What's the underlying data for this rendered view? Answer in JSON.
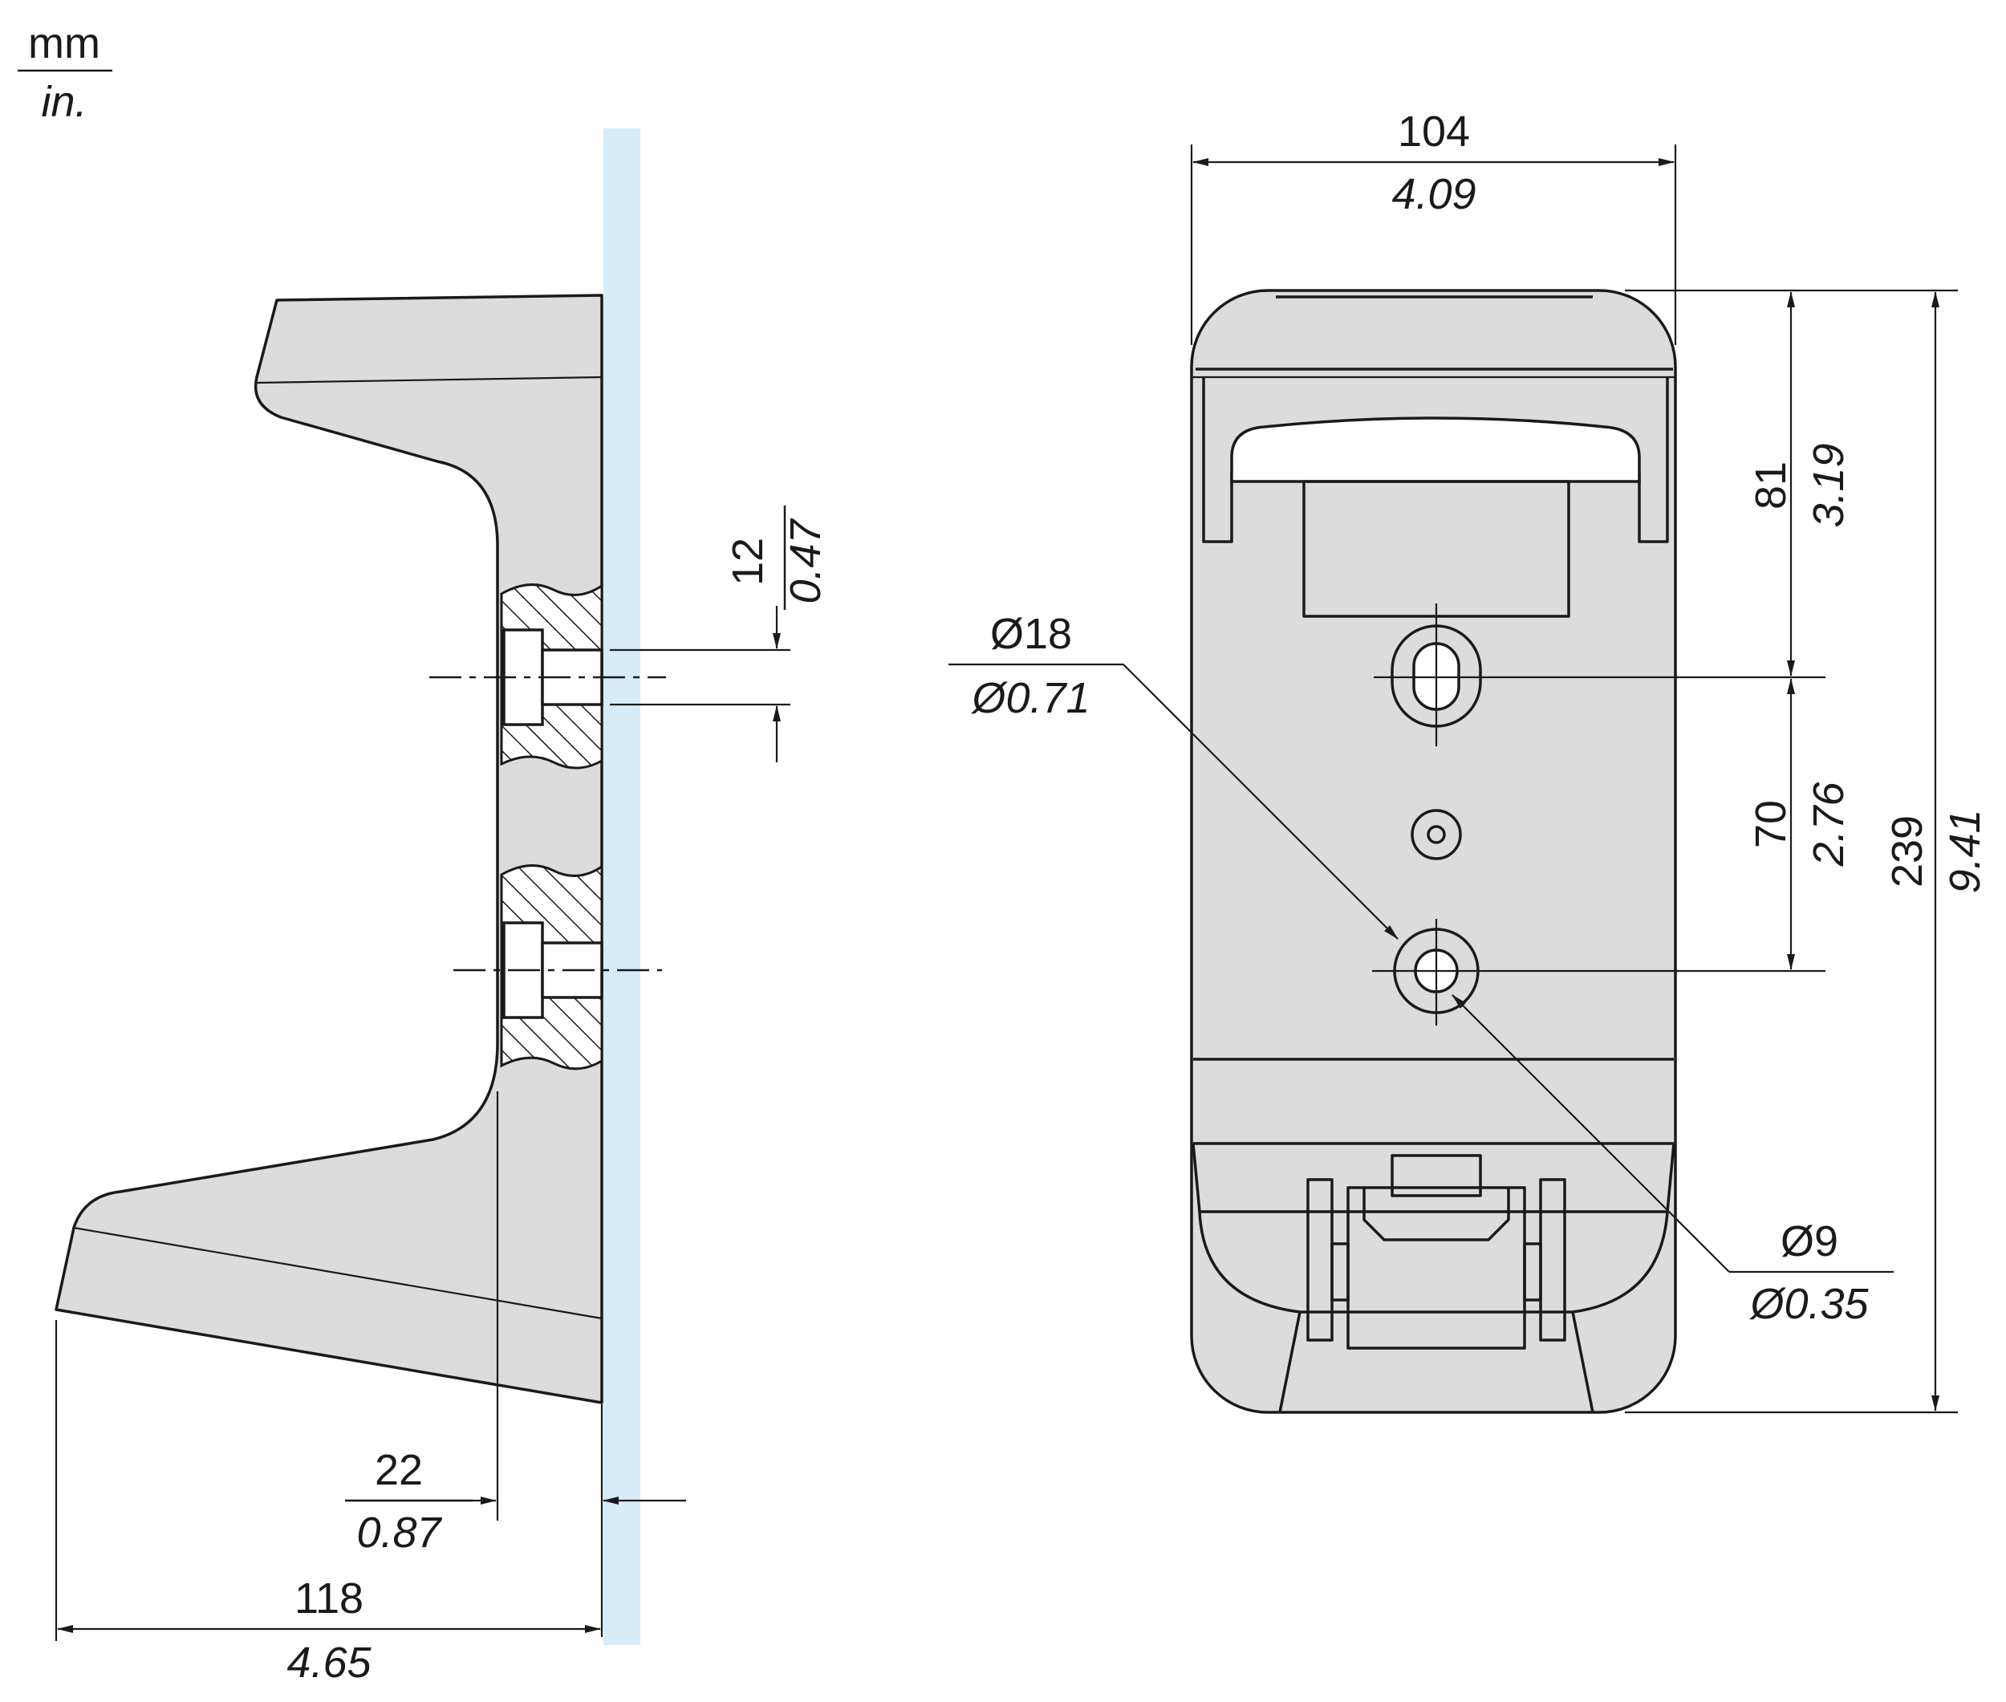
{
  "units": {
    "numerator": "mm",
    "denominator": "in."
  },
  "side_view": {
    "wall_color": "#d6ecf8",
    "hole_spacing_mm": "12",
    "hole_spacing_in": "0.47",
    "wall_offset_mm": "22",
    "wall_offset_in": "0.87",
    "depth_mm": "118",
    "depth_in": "4.65"
  },
  "front_view": {
    "width_mm": "104",
    "width_in": "4.09",
    "top_to_slot_mm": "81",
    "top_to_slot_in": "3.19",
    "slot_to_hole_mm": "70",
    "slot_to_hole_in": "2.76",
    "height_mm": "239",
    "height_in": "9.41",
    "slot_dia_mm": "Ø18",
    "slot_dia_in": "Ø0.71",
    "hole_dia_mm": "Ø9",
    "hole_dia_in": "Ø0.35"
  },
  "colors": {
    "body": "#dcdcdc",
    "line": "#1a1a1a",
    "wall": "#d6ecf8"
  }
}
